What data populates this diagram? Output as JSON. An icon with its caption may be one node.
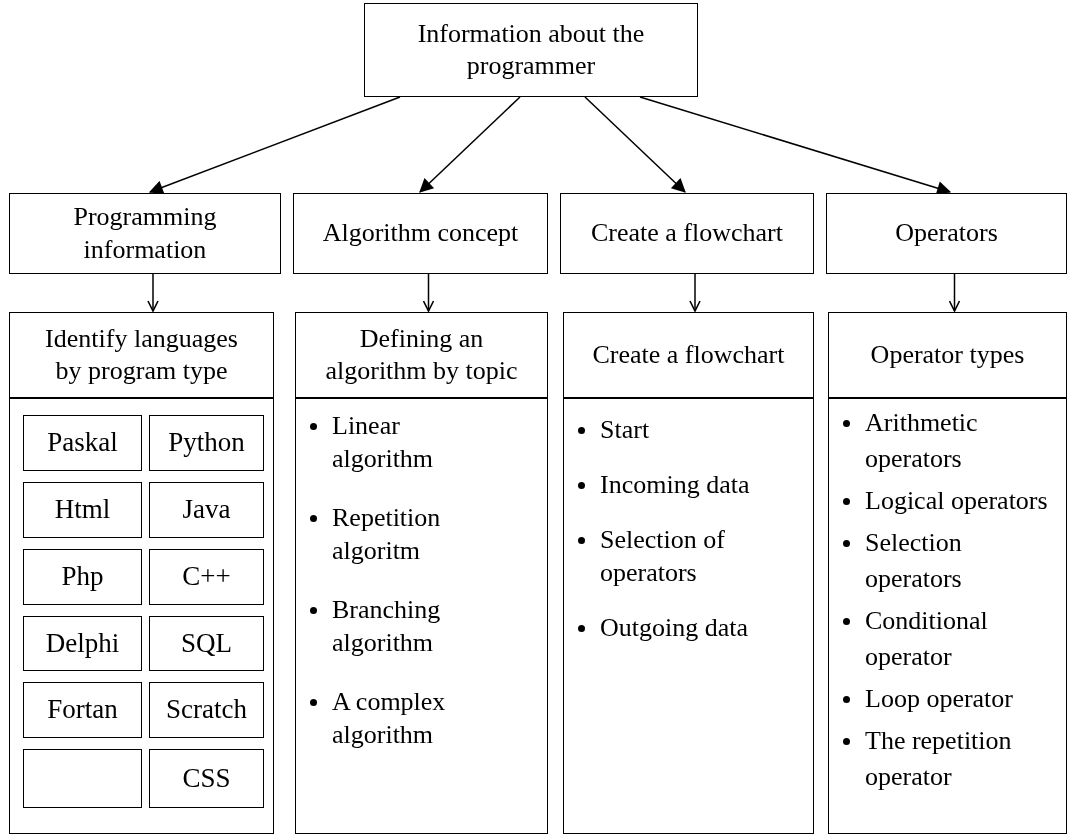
{
  "diagram": {
    "nodes": [
      {
        "text": [
          "Information about the programmer"
        ]
      },
      {
        "text": [
          "Programming information"
        ]
      },
      {
        "text": [
          "Algorithm concept"
        ]
      },
      {
        "text": [
          "Create a flowchart"
        ]
      },
      {
        "text": [
          "Operators"
        ]
      },
      {
        "text": [
          "Identify languages by program type"
        ]
      },
      {
        "text": [],
        "shape": "box"
      },
      {
        "text": [
          "Paskal"
        ],
        "in": 6
      },
      {
        "text": [
          "Python"
        ],
        "in": 6
      },
      {
        "text": [
          "Html"
        ],
        "in": 6
      },
      {
        "text": [
          "Java"
        ],
        "in": 6
      },
      {
        "text": [
          "Php"
        ],
        "in": 6
      },
      {
        "text": [
          "C++"
        ],
        "in": 6
      },
      {
        "text": [
          "Delphi"
        ],
        "in": 6
      },
      {
        "text": [
          "SQL"
        ],
        "in": 6
      },
      {
        "text": [
          "Fortan"
        ],
        "in": 6
      },
      {
        "text": [
          "Scratch"
        ],
        "in": 6
      },
      {
        "text": [],
        "shape": "box",
        "in": 6
      },
      {
        "text": [
          "CSS"
        ],
        "in": 6
      },
      {
        "text": [
          "Defining an algorithm by topic"
        ]
      },
      {
        "text": [
          "Linear algorithm",
          "Repetition algoritm",
          "Branching algorithm",
          "A complex algorithm"
        ]
      },
      {
        "text": [
          "Create a flowchart"
        ]
      },
      {
        "text": [
          "Start",
          "Incoming data",
          "Selection of operators",
          "Outgoing data"
        ]
      },
      {
        "text": [
          "Operator types"
        ]
      },
      {
        "text": [
          "Arithmetic operators",
          "Logical operators",
          "Selection operators",
          "Conditional operator",
          "Loop operator",
          "The repetition operator"
        ]
      }
    ],
    "edges": [
      {
        "from": 0,
        "to": 1,
        "arrow": "to"
      },
      {
        "from": 0,
        "to": 2,
        "arrow": "to"
      },
      {
        "from": 0,
        "to": 3,
        "arrow": "to"
      },
      {
        "from": 0,
        "to": 4,
        "arrow": "to"
      },
      {
        "from": 1,
        "to": 5,
        "arrow": "to"
      },
      {
        "from": 2,
        "to": 19,
        "arrow": "to"
      },
      {
        "from": 3,
        "to": 21,
        "arrow": "to"
      },
      {
        "from": 4,
        "to": 23,
        "arrow": "to"
      }
    ]
  }
}
